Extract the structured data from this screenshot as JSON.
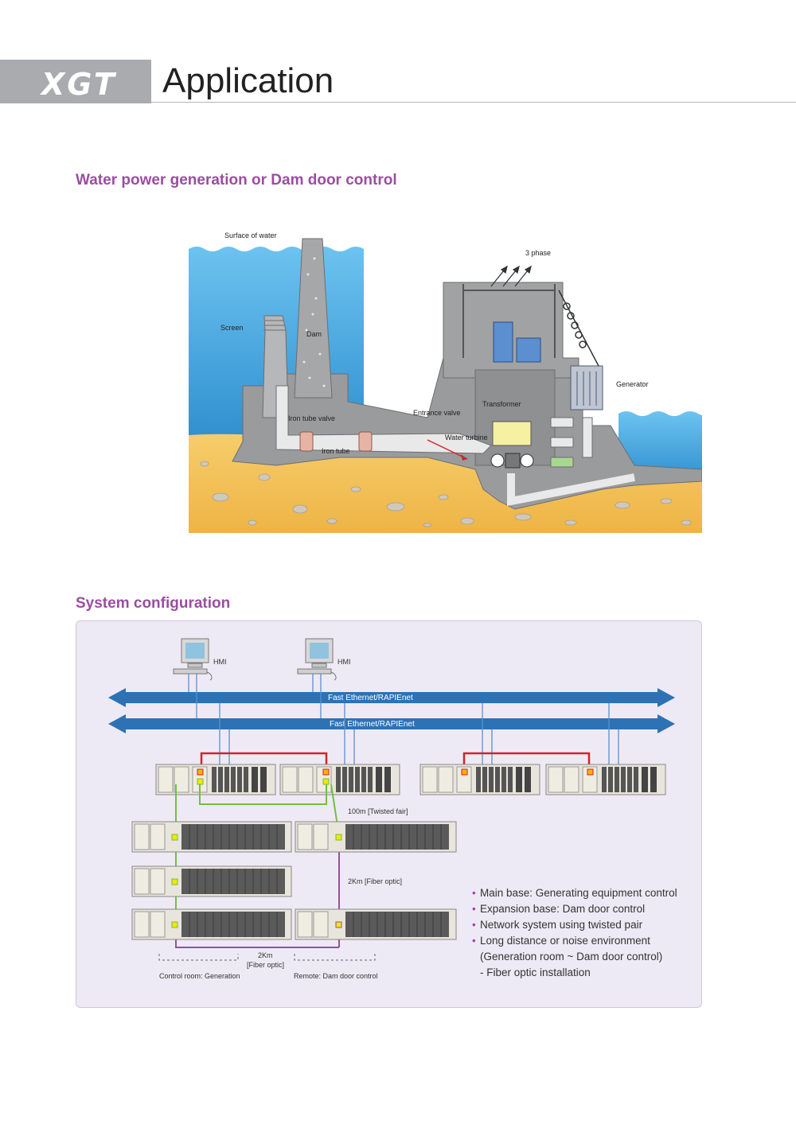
{
  "header": {
    "logo": "XGT",
    "title": "Application"
  },
  "sections": {
    "hydro_title": "Water power generation or Dam door control",
    "system_title": "System configuration"
  },
  "hydro_labels": {
    "surface": "Surface of water",
    "three_phase": "3 phase",
    "screen": "Screen",
    "dam": "Dam",
    "generator": "Generator",
    "transformer": "Transformer",
    "entrance_valve": "Entrance valve",
    "iron_tube_valve": "Iron tube valve",
    "water_turbine": "Water turbine",
    "iron_tube": "Iron tube"
  },
  "network": {
    "hmi1": "HMI",
    "hmi2": "HMI",
    "bus1": "Fast Ethernet/RAPIEnet",
    "bus2": "Fast Ethernet/RAPIEnet",
    "twisted": "100m [Twisted fair]",
    "fiber_2km_right": "2Km [Fiber optic]",
    "fiber_2km_bottom_1": "2Km",
    "fiber_2km_bottom_2": "[Fiber optic]",
    "control_room": "Control room: Generation",
    "remote": "Remote: Dam door control"
  },
  "bullets": {
    "b1": "Main base: Generating equipment control",
    "b2": "Expansion base: Dam door control",
    "b3": "Network system using twisted pair",
    "b4a": "Long distance or noise environment",
    "b4b": "(Generation room ~ Dam door control)",
    "b4c": "- Fiber optic installation"
  },
  "colors": {
    "accent": "#9a4ea0",
    "water": "#4aa8dc",
    "sand": "#f2c05a",
    "concrete": "#9a9b9d",
    "bus": "#2d72b5",
    "red_link": "#d2232a",
    "green_link": "#72bf44",
    "purple_link": "#9a4ea0"
  }
}
